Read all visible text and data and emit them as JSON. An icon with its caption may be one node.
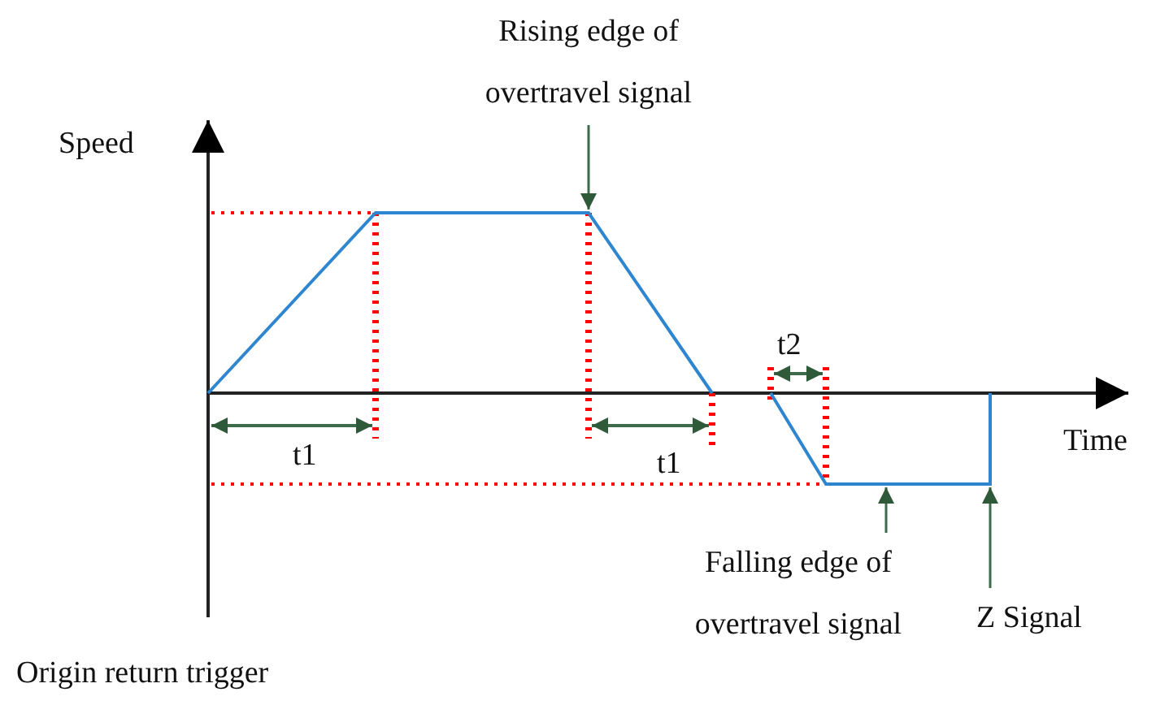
{
  "diagram": {
    "nodes": [
      {
        "text": [
          "Rising edge of overtravel signal"
        ]
      },
      {
        "text": [
          "Falling edge of overtravel signal"
        ]
      },
      {
        "text": [
          "Z Signal"
        ]
      },
      {
        "text": [],
        "shape": "line"
      },
      {
        "text": [],
        "shape": "line"
      }
    ],
    "edges": [
      {
        "from": 0,
        "to": 3,
        "arrow": "to"
      },
      {
        "from": 1,
        "to": 4,
        "arrow": "to"
      },
      {
        "from": 2,
        "to": 4,
        "arrow": "to"
      }
    ],
    "labels": [
      "Speed",
      "t2",
      "Time",
      "t1",
      "t1",
      "Origin return trigger"
    ]
  }
}
